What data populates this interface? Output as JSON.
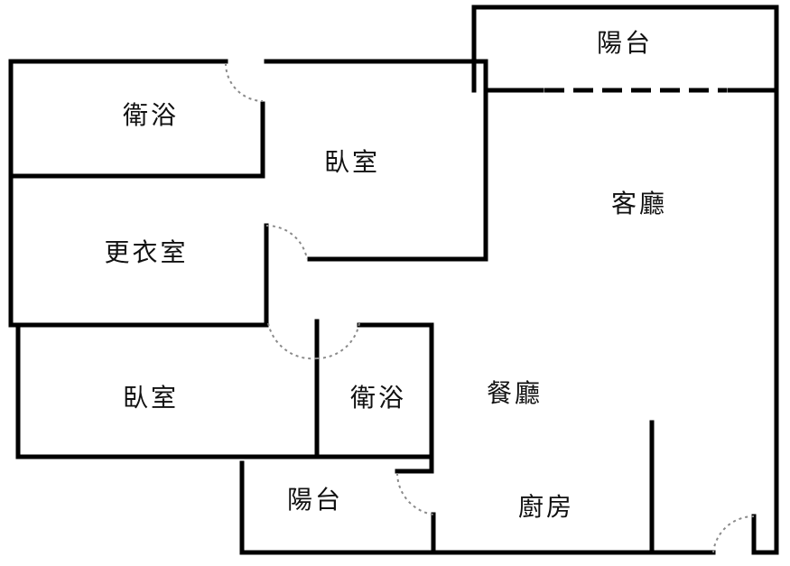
{
  "rooms": {
    "balcony_top": "陽台",
    "bathroom_top": "衛浴",
    "bedroom_top": "臥室",
    "living_room": "客廳",
    "dressing_room": "更衣室",
    "bedroom_bottom": "臥室",
    "bathroom_bottom": "衛浴",
    "dining_room": "餐廳",
    "balcony_bottom": "陽台",
    "kitchen": "廚房"
  },
  "colors": {
    "wall": "#000000",
    "door_swing": "#8a8a8a",
    "background": "#ffffff"
  }
}
